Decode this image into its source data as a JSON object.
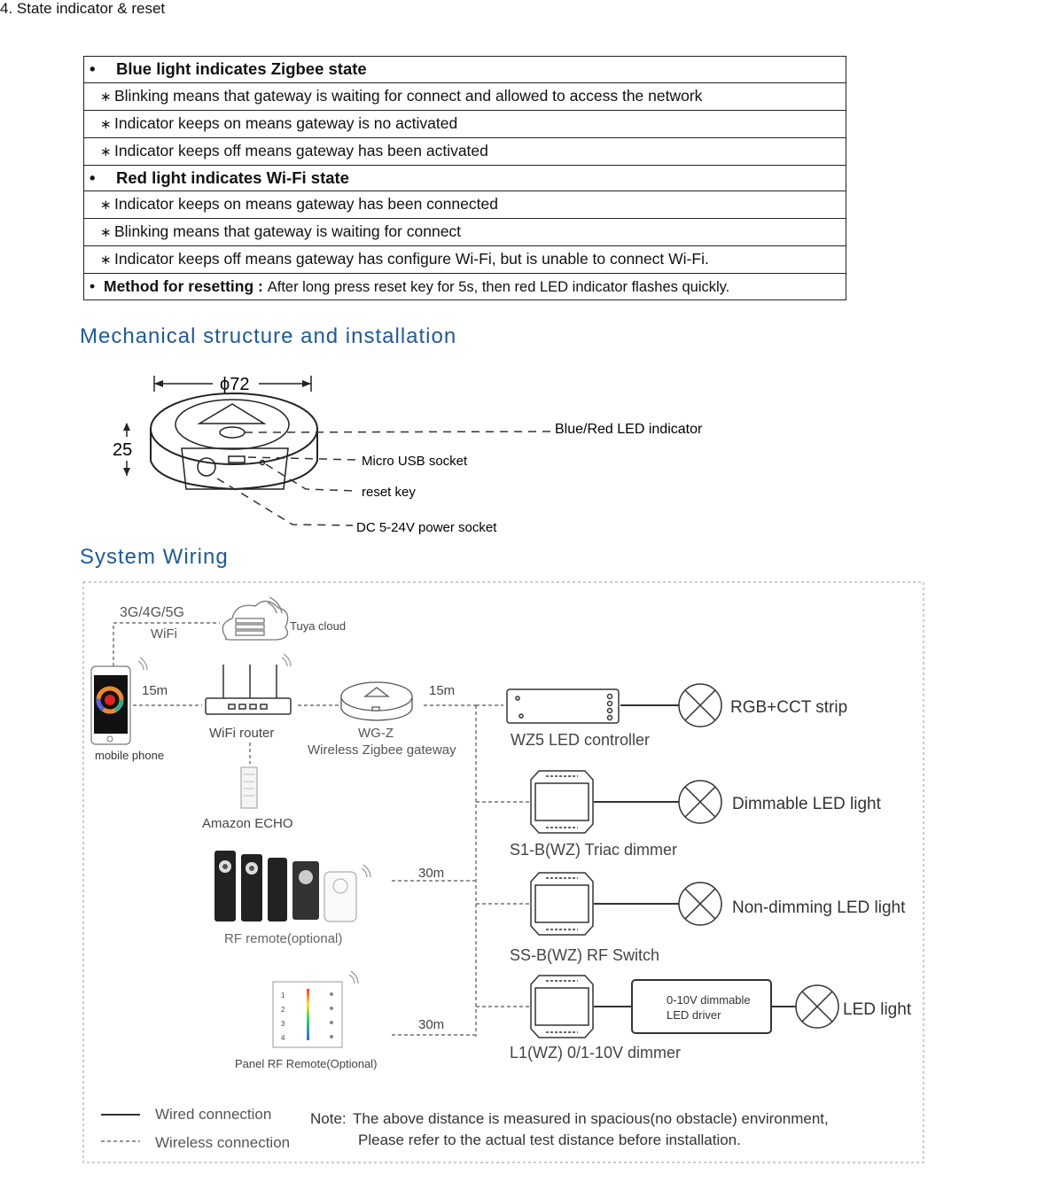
{
  "state_section": {
    "title": "4. State indicator & reset",
    "rows": [
      {
        "kind": "head",
        "bullet": "•",
        "text": "Blue light  indicates  Zigbee state"
      },
      {
        "kind": "item",
        "bullet": "∗",
        "text": "Blinking means that gateway is waiting for connect and allowed to access the network"
      },
      {
        "kind": "item",
        "bullet": "∗",
        "text": "Indicator keeps on means gateway is no activated"
      },
      {
        "kind": "item",
        "bullet": "∗",
        "text": "Indicator keeps off means gateway has been activated"
      },
      {
        "kind": "head",
        "bullet": "•",
        "text": "Red light indicates Wi-Fi state"
      },
      {
        "kind": "item",
        "bullet": "∗",
        "text": "Indicator keeps on means gateway has been connected"
      },
      {
        "kind": "item",
        "bullet": "∗",
        "text": "Blinking means that gateway is waiting for connect"
      },
      {
        "kind": "item",
        "bullet": "∗",
        "text": "Indicator keeps off means gateway has configure Wi-Fi,  but is unable to connect Wi-Fi."
      }
    ],
    "reset": {
      "bullet": "•",
      "label": "Method for resetting :",
      "text": "After long press reset key for 5s, then red LED indicator flashes quickly."
    }
  },
  "mechanical": {
    "title": "Mechanical structure and installation",
    "diameter": "ϕ72",
    "height": "25",
    "callouts": {
      "led": "Blue/Red LED indicator",
      "usb": "Micro USB socket",
      "reset": "reset key",
      "power": "DC 5-24V power socket"
    }
  },
  "wiring": {
    "title": "System Wiring",
    "network": "3G/4G/5G",
    "wifi": "WiFi",
    "cloud": "Tuya cloud",
    "phone": "mobile phone",
    "router": "WiFi router",
    "echo": "Amazon ECHO",
    "gateway_model": "WG-Z",
    "gateway_name": "Wireless Zigbee gateway",
    "dist_phone_router": "15m",
    "dist_gateway_devices": "15m",
    "dist_remote": "30m",
    "dist_panel": "30m",
    "rf_remote": "RF remote(optional)",
    "panel_remote": "Panel RF Remote(Optional)",
    "panel_keys_left": [
      "1",
      "2",
      "3",
      "4"
    ],
    "devices": [
      {
        "name": "WZ5 LED controller",
        "load": "RGB+CCT strip"
      },
      {
        "name": "S1-B(WZ) Triac dimmer",
        "load": "Dimmable LED  light"
      },
      {
        "name": "SS-B(WZ) RF Switch",
        "load": "Non-dimming LED light"
      },
      {
        "name": "L1(WZ)  0/1-10V dimmer",
        "load": "LED light"
      }
    ],
    "driver_line1": "0-10V dimmable",
    "driver_line2": "LED   driver",
    "legend_wired": "Wired connection",
    "legend_wireless": "Wireless connection",
    "note_label": "Note:",
    "note_line1": "The above distance is measured in spacious(no obstacle) environment,",
    "note_line2": "Please refer to the actual test distance before installation."
  }
}
